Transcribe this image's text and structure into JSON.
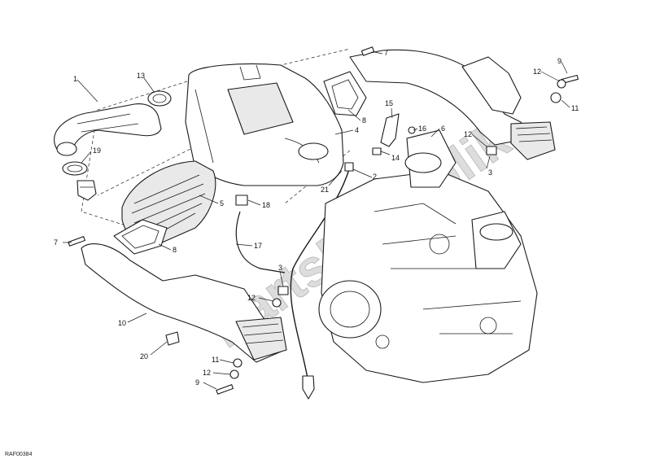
{
  "diagram": {
    "drawing_code": "RAF00384",
    "watermark": "PartsRepublik",
    "callouts": [
      {
        "id": "c1",
        "text": "1"
      },
      {
        "id": "c13",
        "text": "13"
      },
      {
        "id": "c19",
        "text": "19"
      },
      {
        "id": "c7a",
        "text": "7"
      },
      {
        "id": "c8a",
        "text": "8"
      },
      {
        "id": "c4",
        "text": "4"
      },
      {
        "id": "c15",
        "text": "15"
      },
      {
        "id": "c16",
        "text": "16"
      },
      {
        "id": "c6",
        "text": "6"
      },
      {
        "id": "c9a",
        "text": "9"
      },
      {
        "id": "c12a",
        "text": "12"
      },
      {
        "id": "c11a",
        "text": "11"
      },
      {
        "id": "c12b",
        "text": "12"
      },
      {
        "id": "c3a",
        "text": "3"
      },
      {
        "id": "c14",
        "text": "14"
      },
      {
        "id": "c2",
        "text": "2"
      },
      {
        "id": "c21",
        "text": "21"
      },
      {
        "id": "c5",
        "text": "5"
      },
      {
        "id": "c18",
        "text": "18"
      },
      {
        "id": "c7b",
        "text": "7"
      },
      {
        "id": "c8b",
        "text": "8"
      },
      {
        "id": "c17",
        "text": "17"
      },
      {
        "id": "c3b",
        "text": "3"
      },
      {
        "id": "c12c",
        "text": "12"
      },
      {
        "id": "c10",
        "text": "10"
      },
      {
        "id": "c20",
        "text": "20"
      },
      {
        "id": "c11b",
        "text": "11"
      },
      {
        "id": "c12d",
        "text": "12"
      },
      {
        "id": "c9b",
        "text": "9"
      }
    ]
  }
}
